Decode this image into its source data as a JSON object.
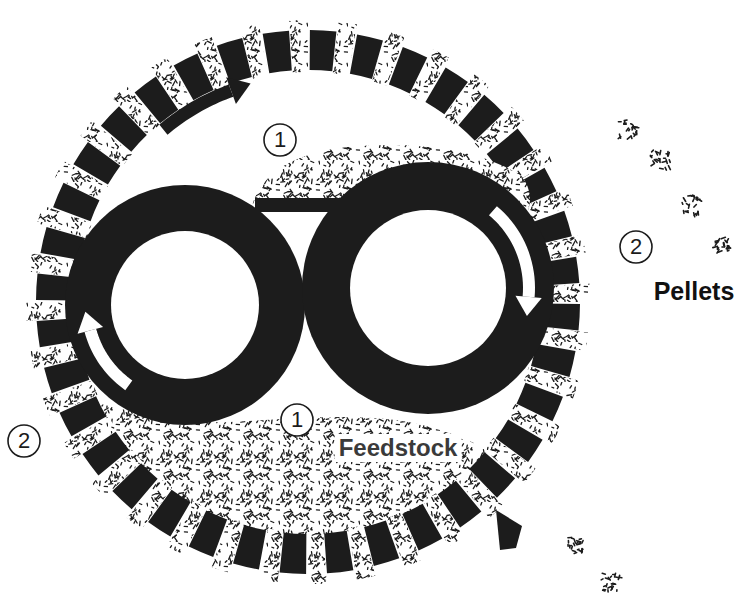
{
  "diagram": {
    "labels": [
      "1",
      "2",
      "Pellets",
      "1",
      "Feedstock",
      "2"
    ]
  }
}
